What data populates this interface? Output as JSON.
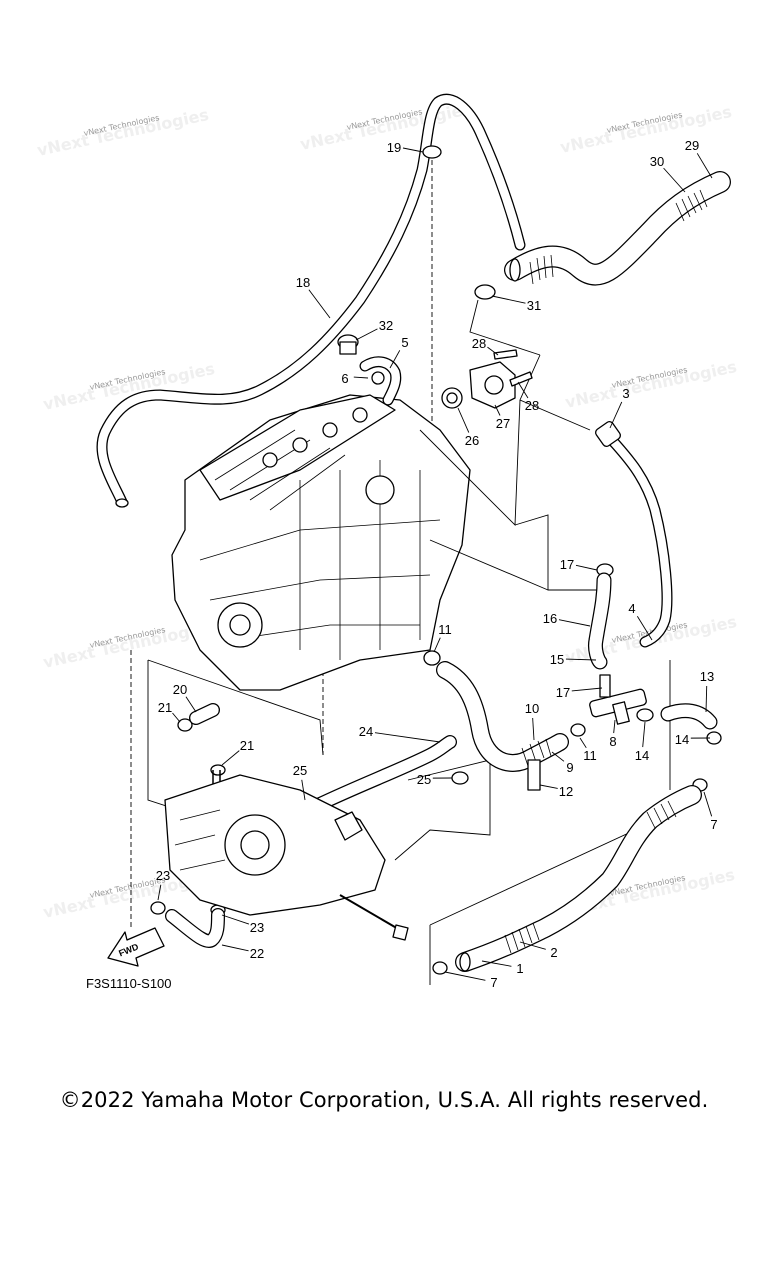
{
  "diagram": {
    "code": "F3S1110-S100",
    "fwd_label": "FWD",
    "watermark": "vNext Technologies",
    "callouts": [
      "1",
      "2",
      "3",
      "4",
      "5",
      "6",
      "7",
      "7",
      "8",
      "9",
      "10",
      "11",
      "11",
      "12",
      "13",
      "14",
      "14",
      "15",
      "16",
      "17",
      "17",
      "18",
      "19",
      "20",
      "21",
      "21",
      "22",
      "23",
      "23",
      "24",
      "25",
      "25",
      "26",
      "27",
      "28",
      "28",
      "29",
      "30",
      "31",
      "32"
    ]
  },
  "footer": {
    "copyright": "©2022 Yamaha Motor Corporation, U.S.A. All rights reserved."
  }
}
